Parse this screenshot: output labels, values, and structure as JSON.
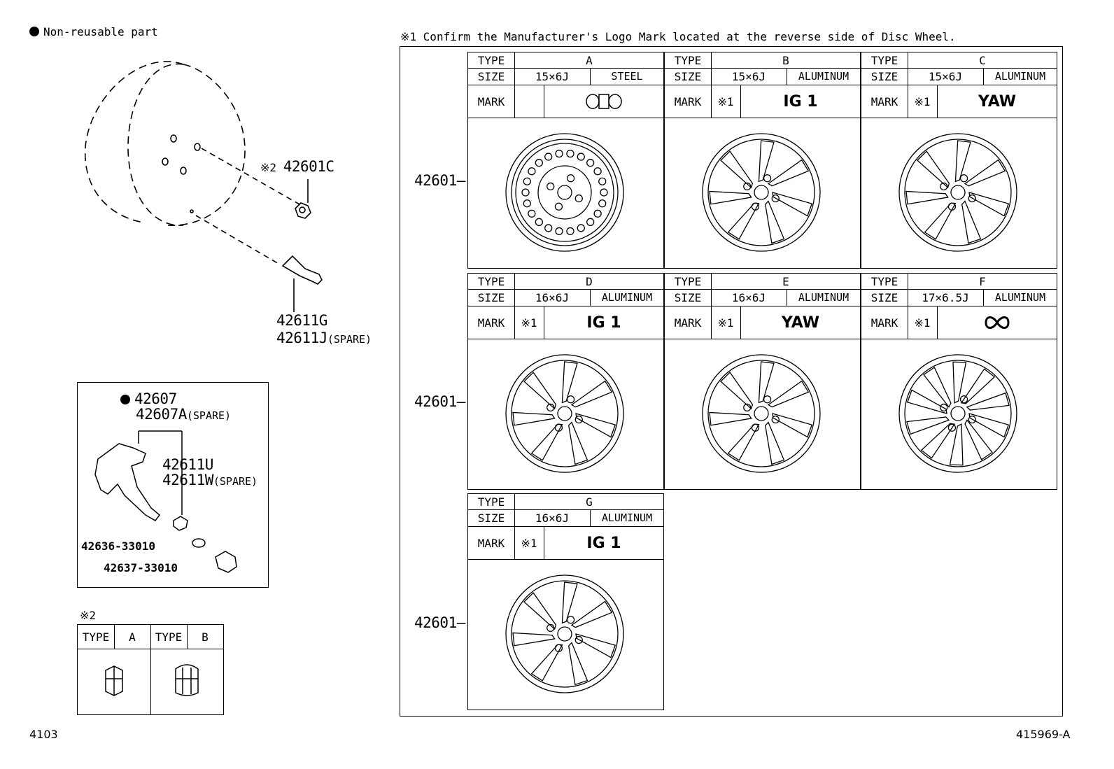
{
  "legend": {
    "non_reusable": "Non-reusable part"
  },
  "note1": "※1  Confirm the Manufacturer's Logo Mark located at the reverse side of Disc Wheel.",
  "labels": {
    "type": "TYPE",
    "size": "SIZE",
    "mark": "MARK",
    "note1": "※1",
    "note2": "※2"
  },
  "parts": {
    "nut": "42601C",
    "nut_prefix": "※2",
    "valve": "42611G",
    "valve_spare": "42611J",
    "spare_tag": "(SPARE)",
    "sensor": "42607",
    "sensor_spare": "42607A",
    "sensor_valve": "42611U",
    "sensor_valve_spare": "42611W",
    "washer": "42636-33010",
    "cap": "42637-33010",
    "wheel": "42601"
  },
  "wheel_types": [
    {
      "type": "A",
      "size": "15×6J",
      "material": "STEEL",
      "mark_note": "",
      "mark": "steel-logo"
    },
    {
      "type": "B",
      "size": "15×6J",
      "material": "ALUMINUM",
      "mark_note": "※1",
      "mark": "IG 1"
    },
    {
      "type": "C",
      "size": "15×6J",
      "material": "ALUMINUM",
      "mark_note": "※1",
      "mark": "YAW"
    },
    {
      "type": "D",
      "size": "16×6J",
      "material": "ALUMINUM",
      "mark_note": "※1",
      "mark": "IG 1"
    },
    {
      "type": "E",
      "size": "16×6J",
      "material": "ALUMINUM",
      "mark_note": "※1",
      "mark": "YAW"
    },
    {
      "type": "F",
      "size": "17×6.5J",
      "material": "ALUMINUM",
      "mark_note": "※1",
      "mark": "infinity-logo"
    },
    {
      "type": "G",
      "size": "16×6J",
      "material": "ALUMINUM",
      "mark_note": "※1",
      "mark": "IG 1"
    }
  ],
  "nut_types": [
    {
      "type": "TYPE",
      "value": "A"
    },
    {
      "type": "TYPE",
      "value": "B"
    }
  ],
  "footer": {
    "page": "4103",
    "ref": "415969-A"
  }
}
